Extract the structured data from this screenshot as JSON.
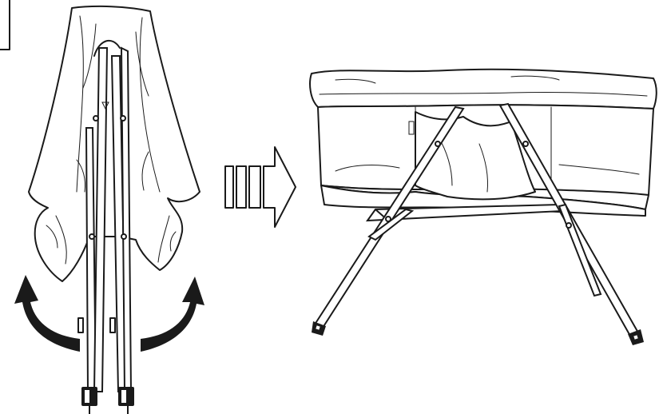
{
  "illustration": {
    "steps": [
      {
        "id": "folded",
        "description_icon": "folded-bassinet"
      },
      {
        "id": "unfolded",
        "description_icon": "unfolded-bassinet"
      }
    ],
    "transition_icon": "right-arrow-icon",
    "rotation_icons": [
      "curved-arrow-left-icon",
      "curved-arrow-right-icon"
    ],
    "colors": {
      "line": "#1a1a1a",
      "background": "#ffffff"
    }
  }
}
